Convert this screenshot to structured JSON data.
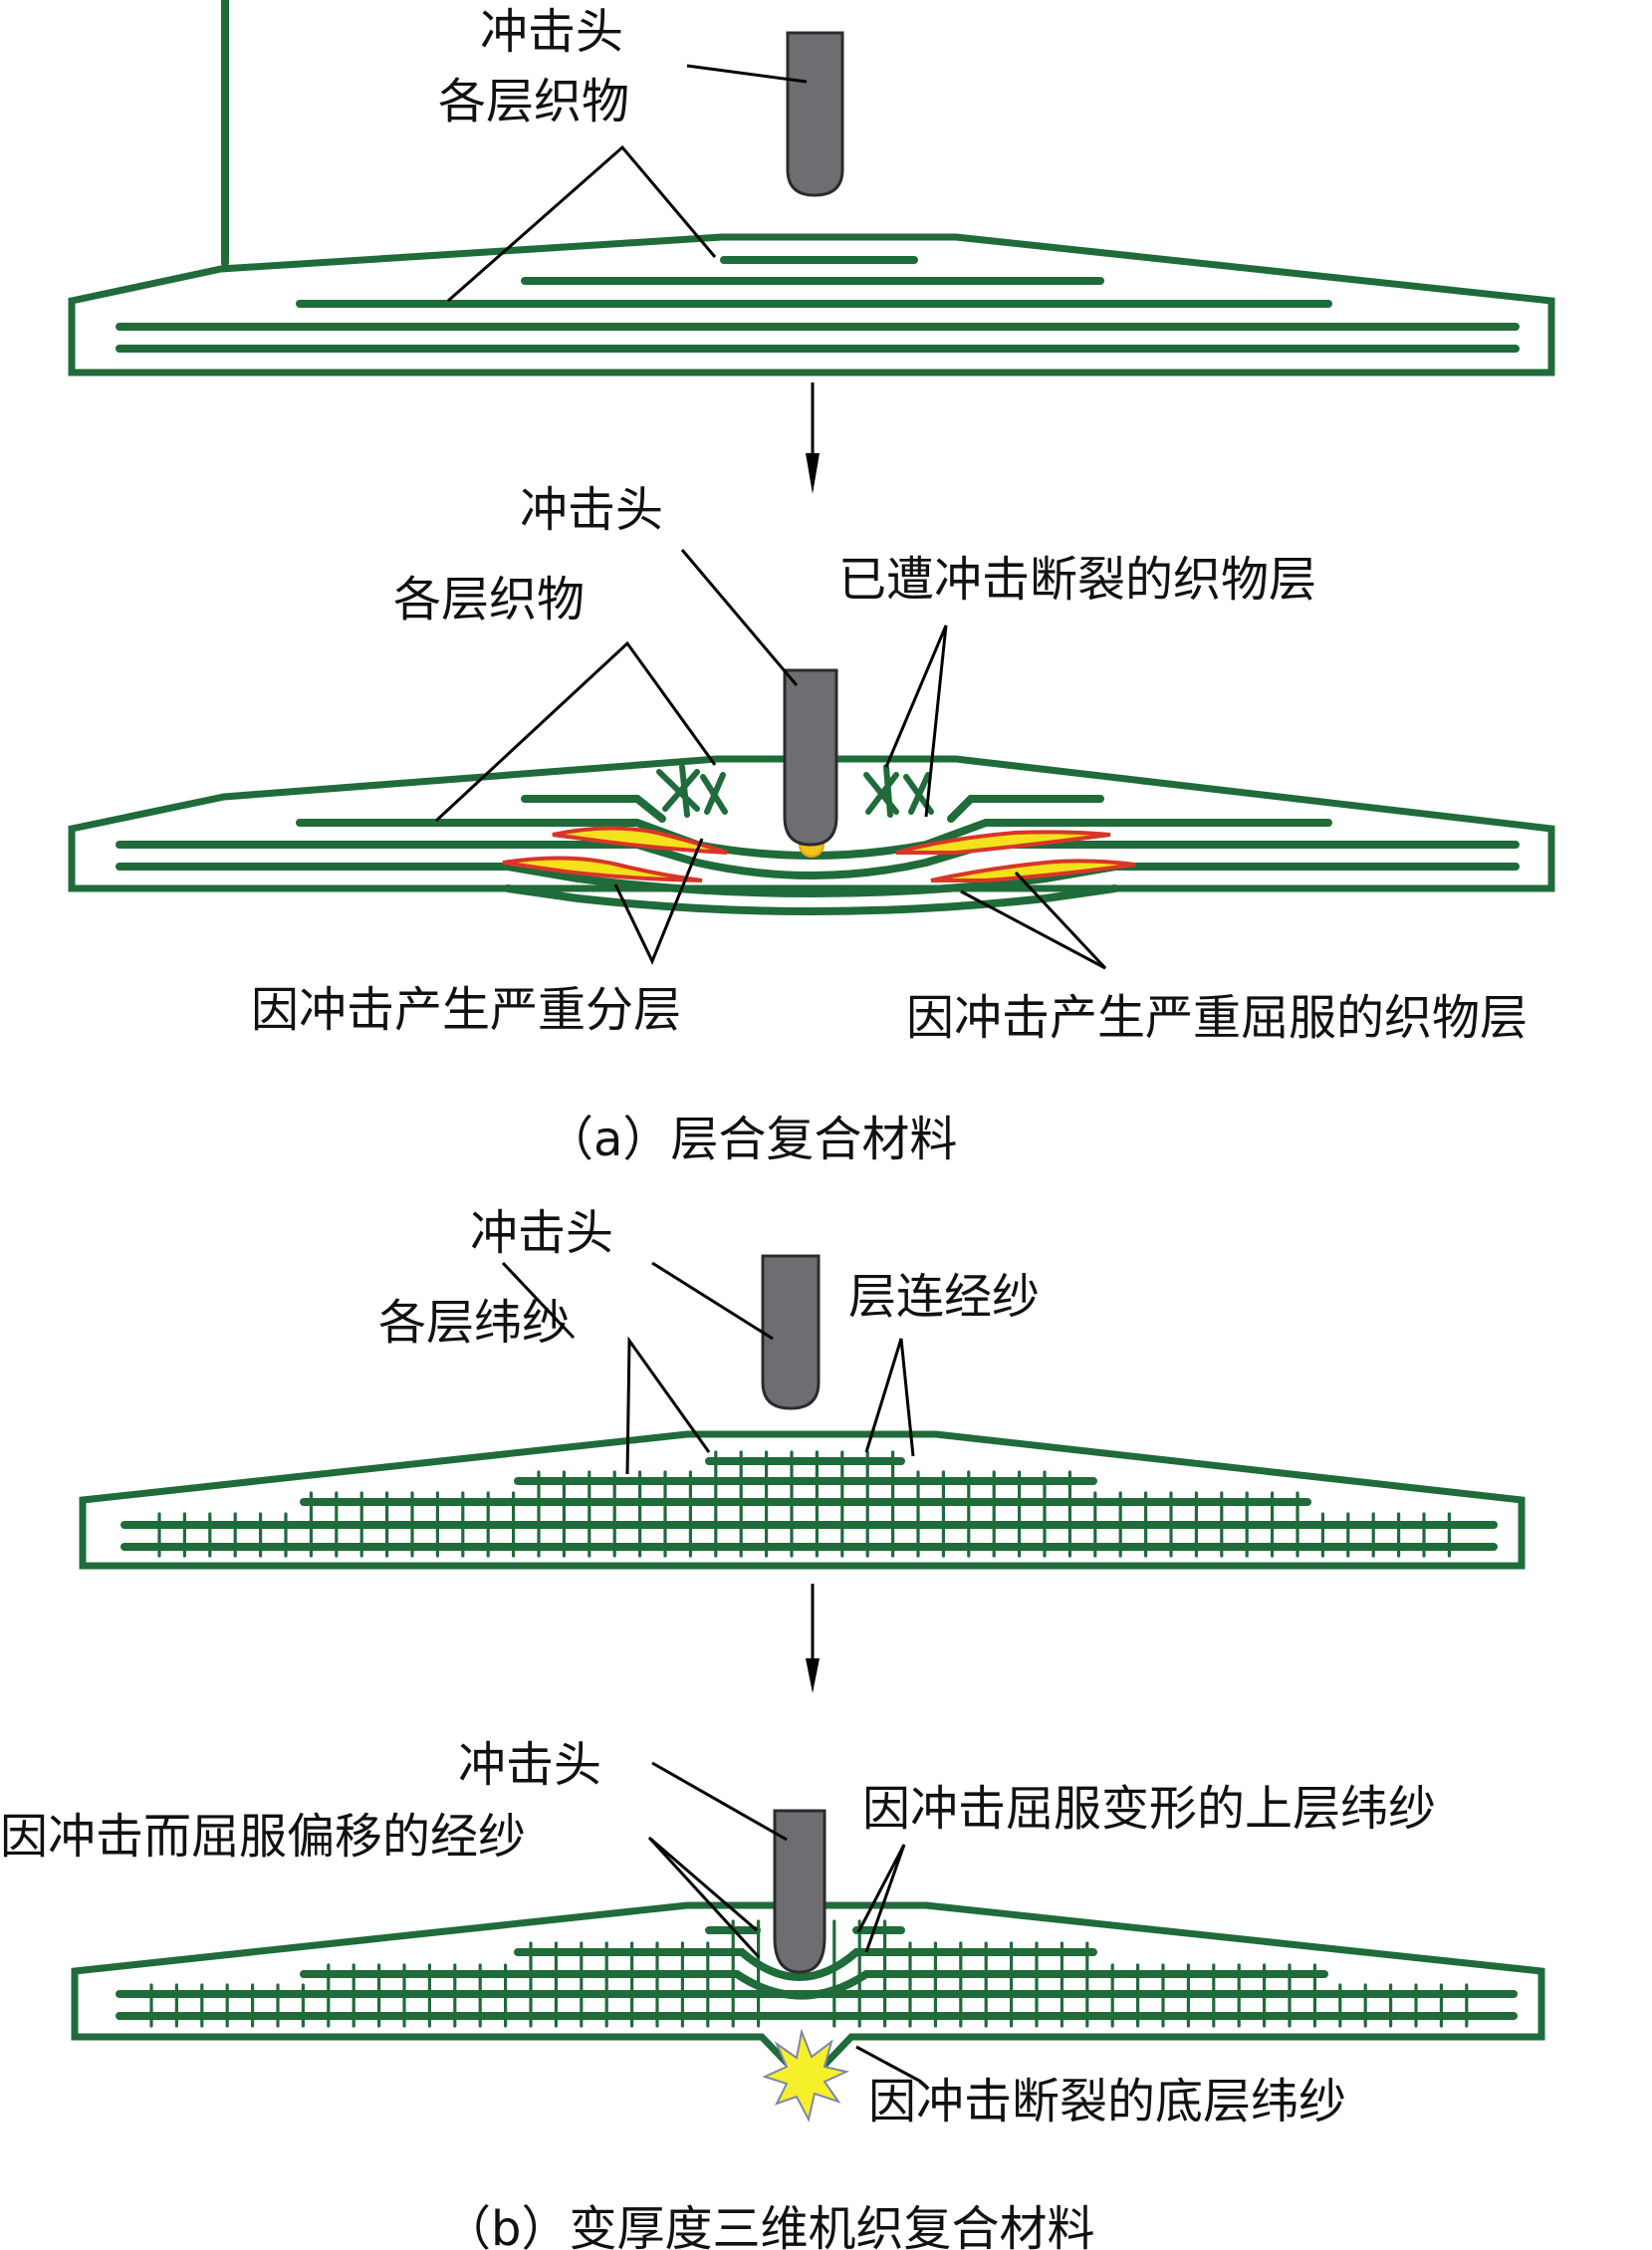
{
  "colors": {
    "fabric_green": "#1f6b3a",
    "impactor_gray": "#6e6e72",
    "delamination_yellow": "#f4e21a",
    "delamination_red": "#d9352a",
    "burst_yellow": "#f6f02a"
  },
  "panel_a": {
    "before": {
      "impactor_label": "冲击头",
      "layers_label": "各层织物"
    },
    "after": {
      "impactor_label": "冲击头",
      "layers_label": "各层织物",
      "fractured_layers_label": "已遭冲击断裂的织物层",
      "delamination_label": "因冲击产生严重分层",
      "buckled_layers_label": "因冲击产生严重屈服的织物层"
    },
    "caption": "（a）层合复合材料"
  },
  "panel_b": {
    "before": {
      "impactor_label": "冲击头",
      "weft_label": "各层纬纱",
      "binder_warp_label": "层连经纱"
    },
    "after": {
      "impactor_label": "冲击头",
      "shifted_warp_label": "因冲击而屈服偏移的经纱",
      "deformed_weft_label": "因冲击屈服变形的上层纬纱",
      "broken_weft_label": "因冲击断裂的底层纬纱"
    },
    "caption": "（b）变厚度三维机织复合材料"
  }
}
